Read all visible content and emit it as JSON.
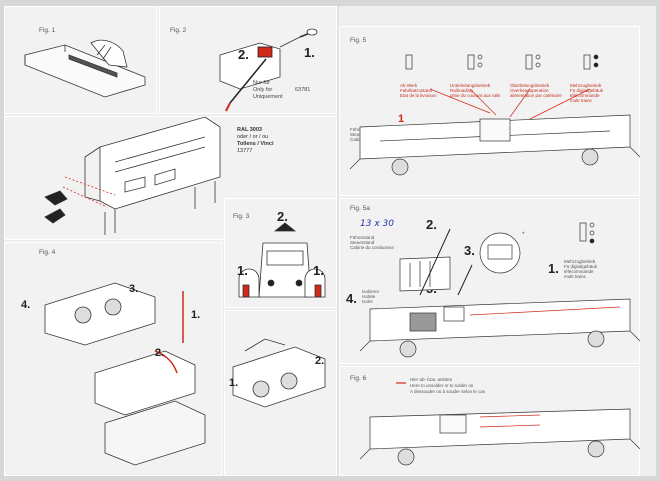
{
  "figures": {
    "fig1": {
      "label": "Fig. 1"
    },
    "fig2": {
      "label": "Fig. 2",
      "step_left": "2.",
      "step_right": "1.",
      "note_lines": [
        "Nur für",
        "Only for",
        "Uniquement"
      ],
      "part_number": "63781",
      "ral_lines": [
        "RAL 3003",
        "oder / or / ou",
        "Tollens / Vinci",
        "13777"
      ]
    },
    "fig3": {
      "label": "Fig. 3",
      "step_top": "2.",
      "step_left": "1.",
      "step_right": "1."
    },
    "fig4": {
      "label": "Fig. 4",
      "steps": [
        "4.",
        "3.",
        "1.",
        "2.",
        "2.",
        "1."
      ]
    },
    "fig5": {
      "label": "Fig. 5",
      "step": "1",
      "notes": [
        "Ab Werk\nFabrikatzustand\nEtat de la livraison",
        "Unterleitungsbetrieb\nRailroading\nprise du courant aux rails",
        "Oberleitungsbetrieb\nOverheadoperation\nalimentation par caténaire",
        "Mehrzugbetrieb\nFü digitalgebäuk\ntélécommande\nmulti trains"
      ],
      "cab_note": "Führerstand\nSteuerstand\nCabine du conducteur"
    },
    "fig5a": {
      "label": "Fig. 5a",
      "handwritten": "13 x 30",
      "steps": [
        "2.",
        "3.",
        "1.",
        "4.",
        "5."
      ],
      "cab_note": "Führerstand\nSteuerstand\nCabine du conducteur",
      "iso_note": "Isolieren\nIsolate\nIsoler",
      "multi_note": "Mehrzugbetrieb\nFü digitalgebäuk\ntélécommande\nmulti trains",
      "star": "*"
    },
    "fig6": {
      "label": "Fig. 6",
      "notes": [
        "Hier ab- bzw. anlöten",
        "Here to unsolder or to solder on",
        "A dessouder ou à souder selon le cas"
      ]
    }
  },
  "colors": {
    "accent": "#d02a1a",
    "ink": "#333333",
    "paper": "#f2f2f2"
  }
}
